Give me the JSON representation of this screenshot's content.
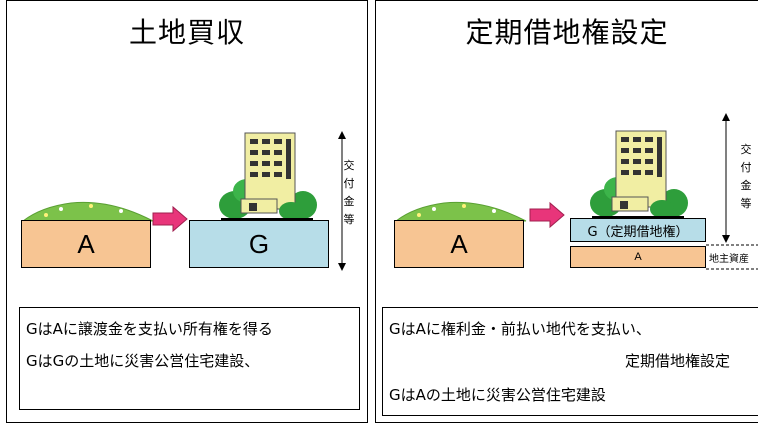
{
  "left": {
    "title": "土地買収",
    "land_label": "A",
    "block_label": "G",
    "side_label": [
      "交",
      "付",
      "金",
      "等"
    ],
    "lines": [
      "GはAに譲渡金を支払い所有権を得る",
      "GはGの土地に災害公営住宅建設、"
    ]
  },
  "right": {
    "title": "定期借地権設定",
    "land_label": "A",
    "block_label": "G（定期借地権）",
    "base_label": "A",
    "side_label": [
      "交",
      "付",
      "金",
      "等"
    ],
    "annotation": "地主資産",
    "lines": [
      "GはAに権利金・前払い地代を支払い、",
      "定期借地権設定",
      "GはAの土地に災害公営住宅建設"
    ]
  },
  "colors": {
    "land": "#f7c593",
    "block": "#b7dde8",
    "arrow": "#e8357a",
    "grass": "#7cc24a",
    "building": "#f1eea3",
    "tree": "#2e9e3b"
  },
  "icons": [
    "grass-mound-icon",
    "arrow-right-icon",
    "apartment-building-icon",
    "double-arrow-icon"
  ]
}
